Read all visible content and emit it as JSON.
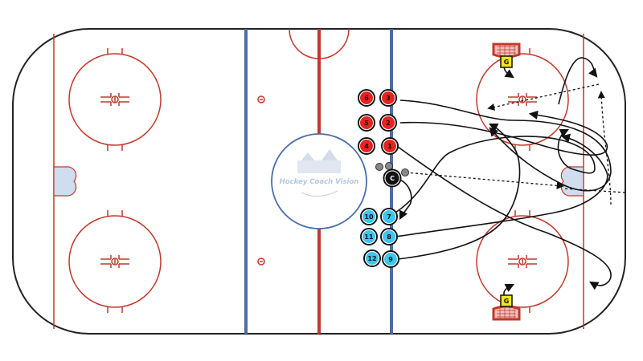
{
  "watermark": {
    "text": "Hockey Coach Vision"
  },
  "colors": {
    "ice": "#ffffff",
    "red_line": "#c0392b",
    "blue_line": "#4a6fa5",
    "team_red": "#e8231f",
    "team_blue": "#3cc6f0",
    "coach": "#111111",
    "goalie_fill": "#f5e51b",
    "net": "#c0392b"
  },
  "players_red": [
    {
      "label": "6"
    },
    {
      "label": "3"
    },
    {
      "label": "5"
    },
    {
      "label": "2"
    },
    {
      "label": "4"
    },
    {
      "label": "1"
    }
  ],
  "players_blue": [
    {
      "label": "10"
    },
    {
      "label": "7"
    },
    {
      "label": "11"
    },
    {
      "label": "8"
    },
    {
      "label": "12"
    },
    {
      "label": "9"
    }
  ],
  "coach": {
    "label": "C"
  },
  "goalies": [
    {
      "label": "G"
    },
    {
      "label": "G"
    }
  ]
}
